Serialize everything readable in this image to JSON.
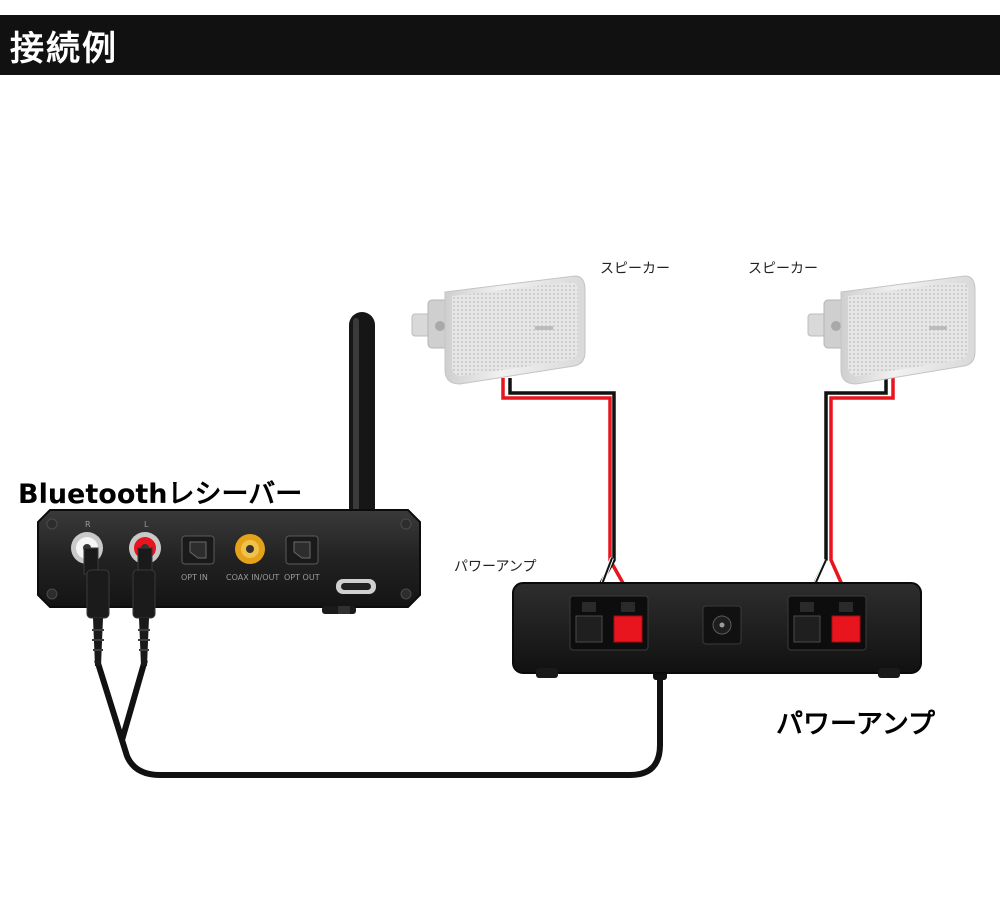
{
  "header": {
    "title": "接続例"
  },
  "devices": {
    "receiver": {
      "label": "Bluetoothレシーバー",
      "port_labels": {
        "r": "R",
        "l": "L",
        "opt_in": "OPT IN",
        "coax": "COAX IN/OUT",
        "opt_out": "OPT OUT"
      }
    },
    "amplifier": {
      "label": "パワーアンプ",
      "small_label": "パワーアンプ"
    },
    "speaker_left": {
      "label": "スピーカー"
    },
    "speaker_right": {
      "label": "スピーカー"
    }
  },
  "colors": {
    "title_bg": "#111111",
    "device_body": "#1e1e1e",
    "wire_red": "#e8141e",
    "wire_black": "#111111",
    "rca_gold": "#e3a21a",
    "speaker_white": "#e9e9e9"
  }
}
